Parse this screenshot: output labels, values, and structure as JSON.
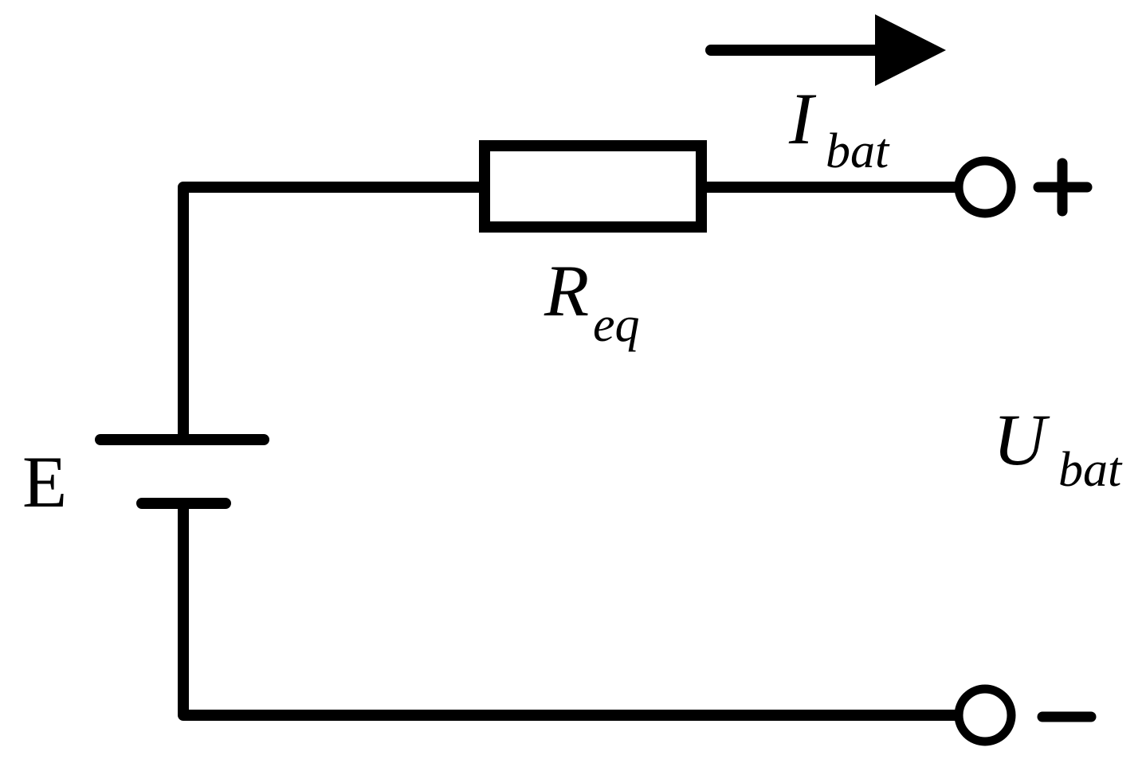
{
  "labels": {
    "source": "E",
    "resistor": {
      "main": "R",
      "sub": "eq"
    },
    "current": {
      "main": "I",
      "sub": "bat"
    },
    "voltage": {
      "main": "U",
      "sub": "bat"
    }
  },
  "terminals": {
    "positive": "+",
    "negative": "-"
  },
  "colors": {
    "stroke": "#000000",
    "background": "#ffffff"
  }
}
